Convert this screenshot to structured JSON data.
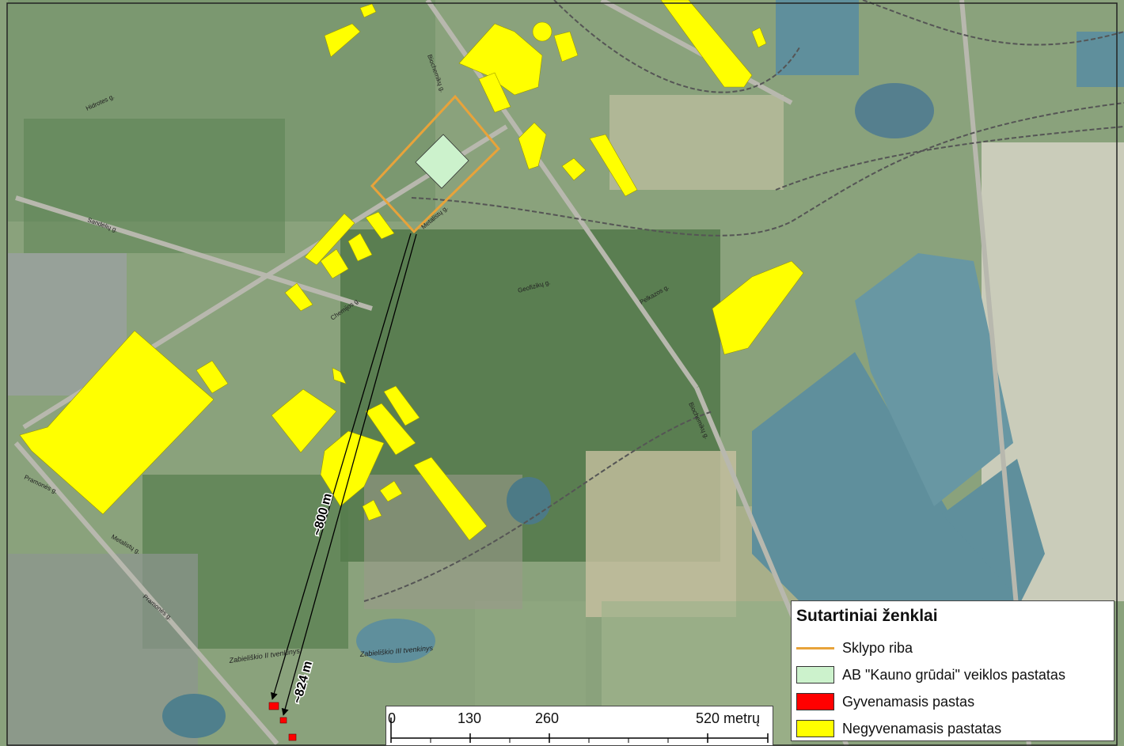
{
  "map": {
    "colors": {
      "background": "#7f9a74",
      "building_nonresidential": "#FFFF00",
      "building_company": "#CCF2CC",
      "building_residential": "#FF0000",
      "plot_boundary": "#E8A33A",
      "water": "#5f8f9c"
    },
    "street_labels": [
      "Biochemikų g.",
      "Hidrotes g.",
      "Sandėlių g.",
      "Metalistų g.",
      "Geofizikų g.",
      "Pelkazos g.",
      "Pramonės g.",
      "Chemijos g.",
      "Biochemikų g.",
      "Pramonės g.",
      "Metalistų g."
    ],
    "area_labels": [
      "Zabieliškio II tvenkinys",
      "Zabieliškio III tvenkinys"
    ],
    "distance_labels": [
      "~800 m",
      "~824 m"
    ]
  },
  "legend": {
    "title": "Sutartiniai ženklai",
    "items": [
      {
        "label": "Sklypo riba",
        "symbol": "line",
        "color": "#E8A33A"
      },
      {
        "label": "AB \"Kauno grūdai\" veiklos pastatas",
        "symbol": "fill",
        "color": "#CCF2CC"
      },
      {
        "label": "Gyvenamasis pastas",
        "symbol": "fill",
        "color": "#FF0000"
      },
      {
        "label": "Negyvenamasis pastatas",
        "symbol": "fill",
        "color": "#FFFF00"
      }
    ]
  },
  "scale_bar": {
    "labels": [
      "0",
      "130",
      "260",
      "520 metrų"
    ]
  }
}
